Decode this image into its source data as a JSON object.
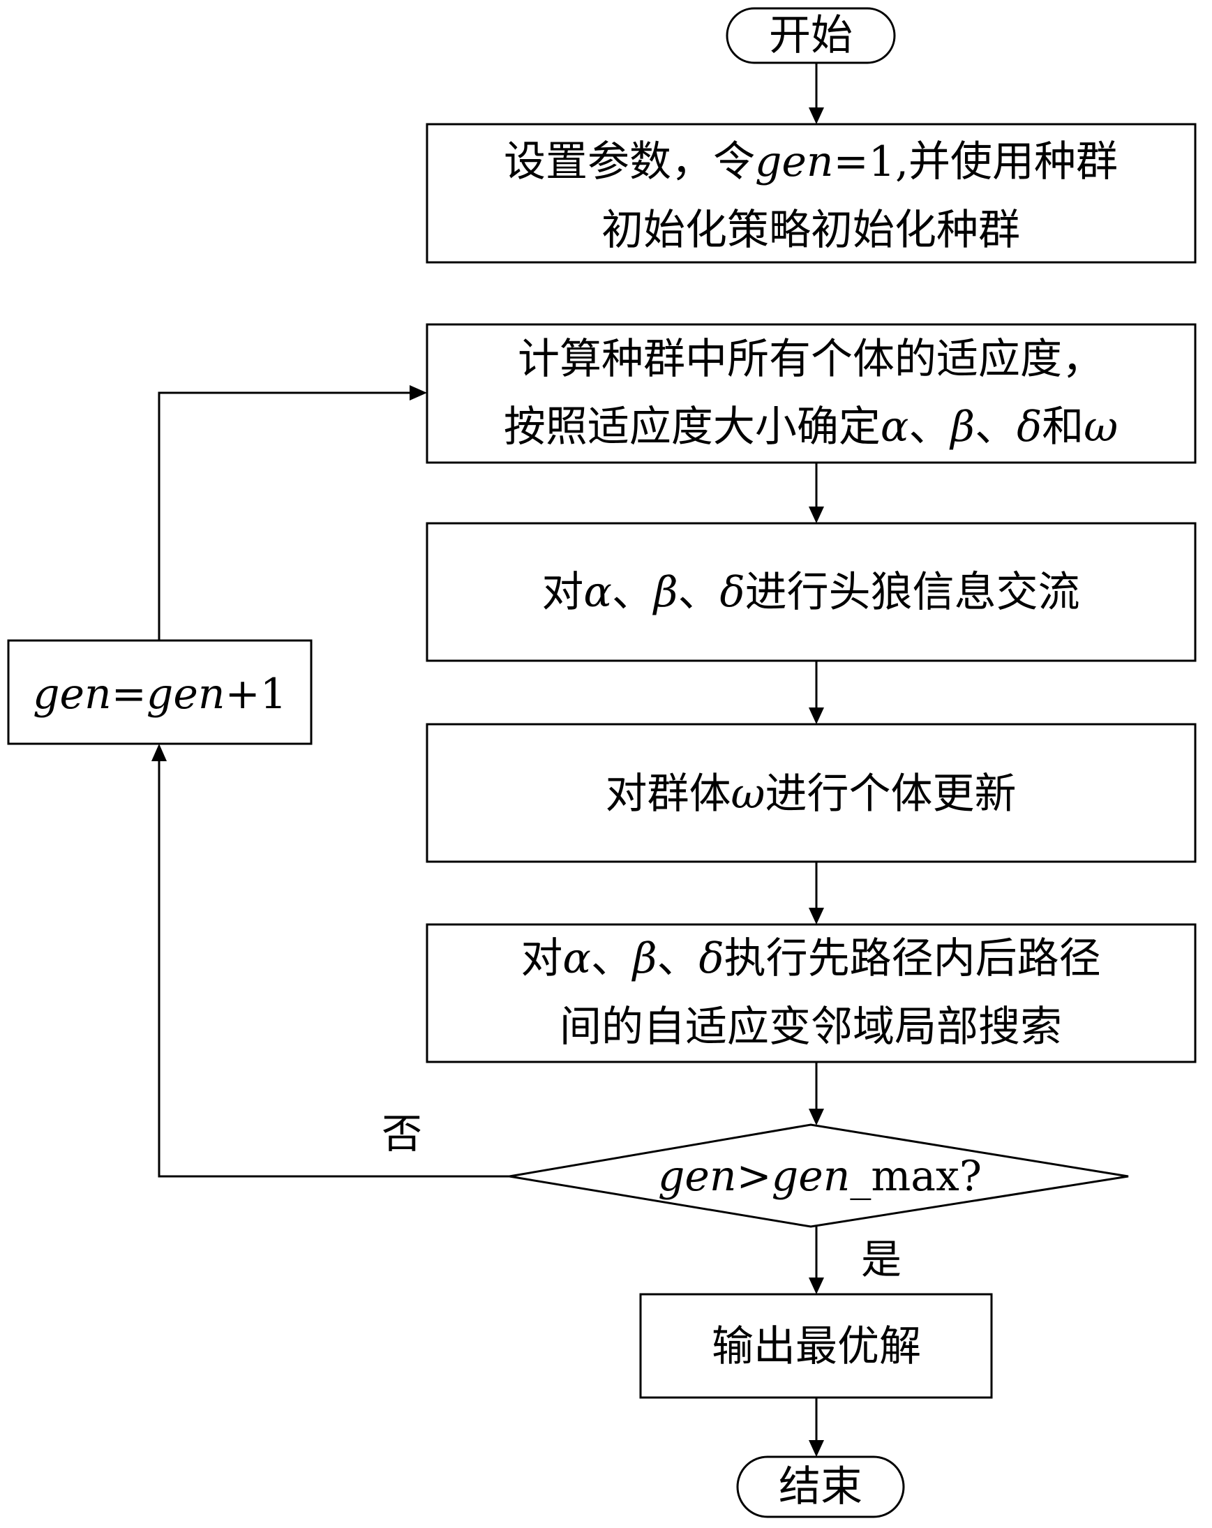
{
  "nodes": {
    "start": {
      "text": "开始"
    },
    "init": {
      "line1": [
        {
          "t": "设置参数，令"
        },
        {
          "t": "gen",
          "i": true
        },
        {
          "t": "=1,并使用种群"
        }
      ],
      "line2": [
        {
          "t": "初始化策略初始化种群"
        }
      ]
    },
    "fitness": {
      "line1": [
        {
          "t": "计算种群中所有个体的适应度，"
        }
      ],
      "line2": [
        {
          "t": "按照适应度大小确定"
        },
        {
          "t": "α",
          "i": true
        },
        {
          "t": "、"
        },
        {
          "t": "β",
          "i": true
        },
        {
          "t": "、"
        },
        {
          "t": "δ",
          "i": true
        },
        {
          "t": "和"
        },
        {
          "t": "ω",
          "i": true
        }
      ]
    },
    "exchange": {
      "line1": [
        {
          "t": "对"
        },
        {
          "t": "α",
          "i": true
        },
        {
          "t": "、"
        },
        {
          "t": "β",
          "i": true
        },
        {
          "t": "、"
        },
        {
          "t": "δ",
          "i": true
        },
        {
          "t": "进行头狼信息交流"
        }
      ]
    },
    "update": {
      "line1": [
        {
          "t": "对群体"
        },
        {
          "t": "ω",
          "i": true
        },
        {
          "t": "进行个体更新"
        }
      ]
    },
    "search": {
      "line1": [
        {
          "t": "对"
        },
        {
          "t": "α",
          "i": true
        },
        {
          "t": "、"
        },
        {
          "t": "β",
          "i": true
        },
        {
          "t": "、"
        },
        {
          "t": "δ",
          "i": true
        },
        {
          "t": "执行先路径内后路径"
        }
      ],
      "line2": [
        {
          "t": "间的自适应变邻域局部搜索"
        }
      ]
    },
    "decision": {
      "line1": [
        {
          "t": "gen",
          "i": true
        },
        {
          "t": ">"
        },
        {
          "t": "gen",
          "i": true
        },
        {
          "t": "_max?"
        }
      ]
    },
    "increment": {
      "line1": [
        {
          "t": "gen",
          "i": true
        },
        {
          "t": "="
        },
        {
          "t": "gen",
          "i": true
        },
        {
          "t": "+1"
        }
      ]
    },
    "output": {
      "text": "输出最优解"
    },
    "end": {
      "text": "结束"
    }
  },
  "labels": {
    "no": "否",
    "yes": "是"
  }
}
